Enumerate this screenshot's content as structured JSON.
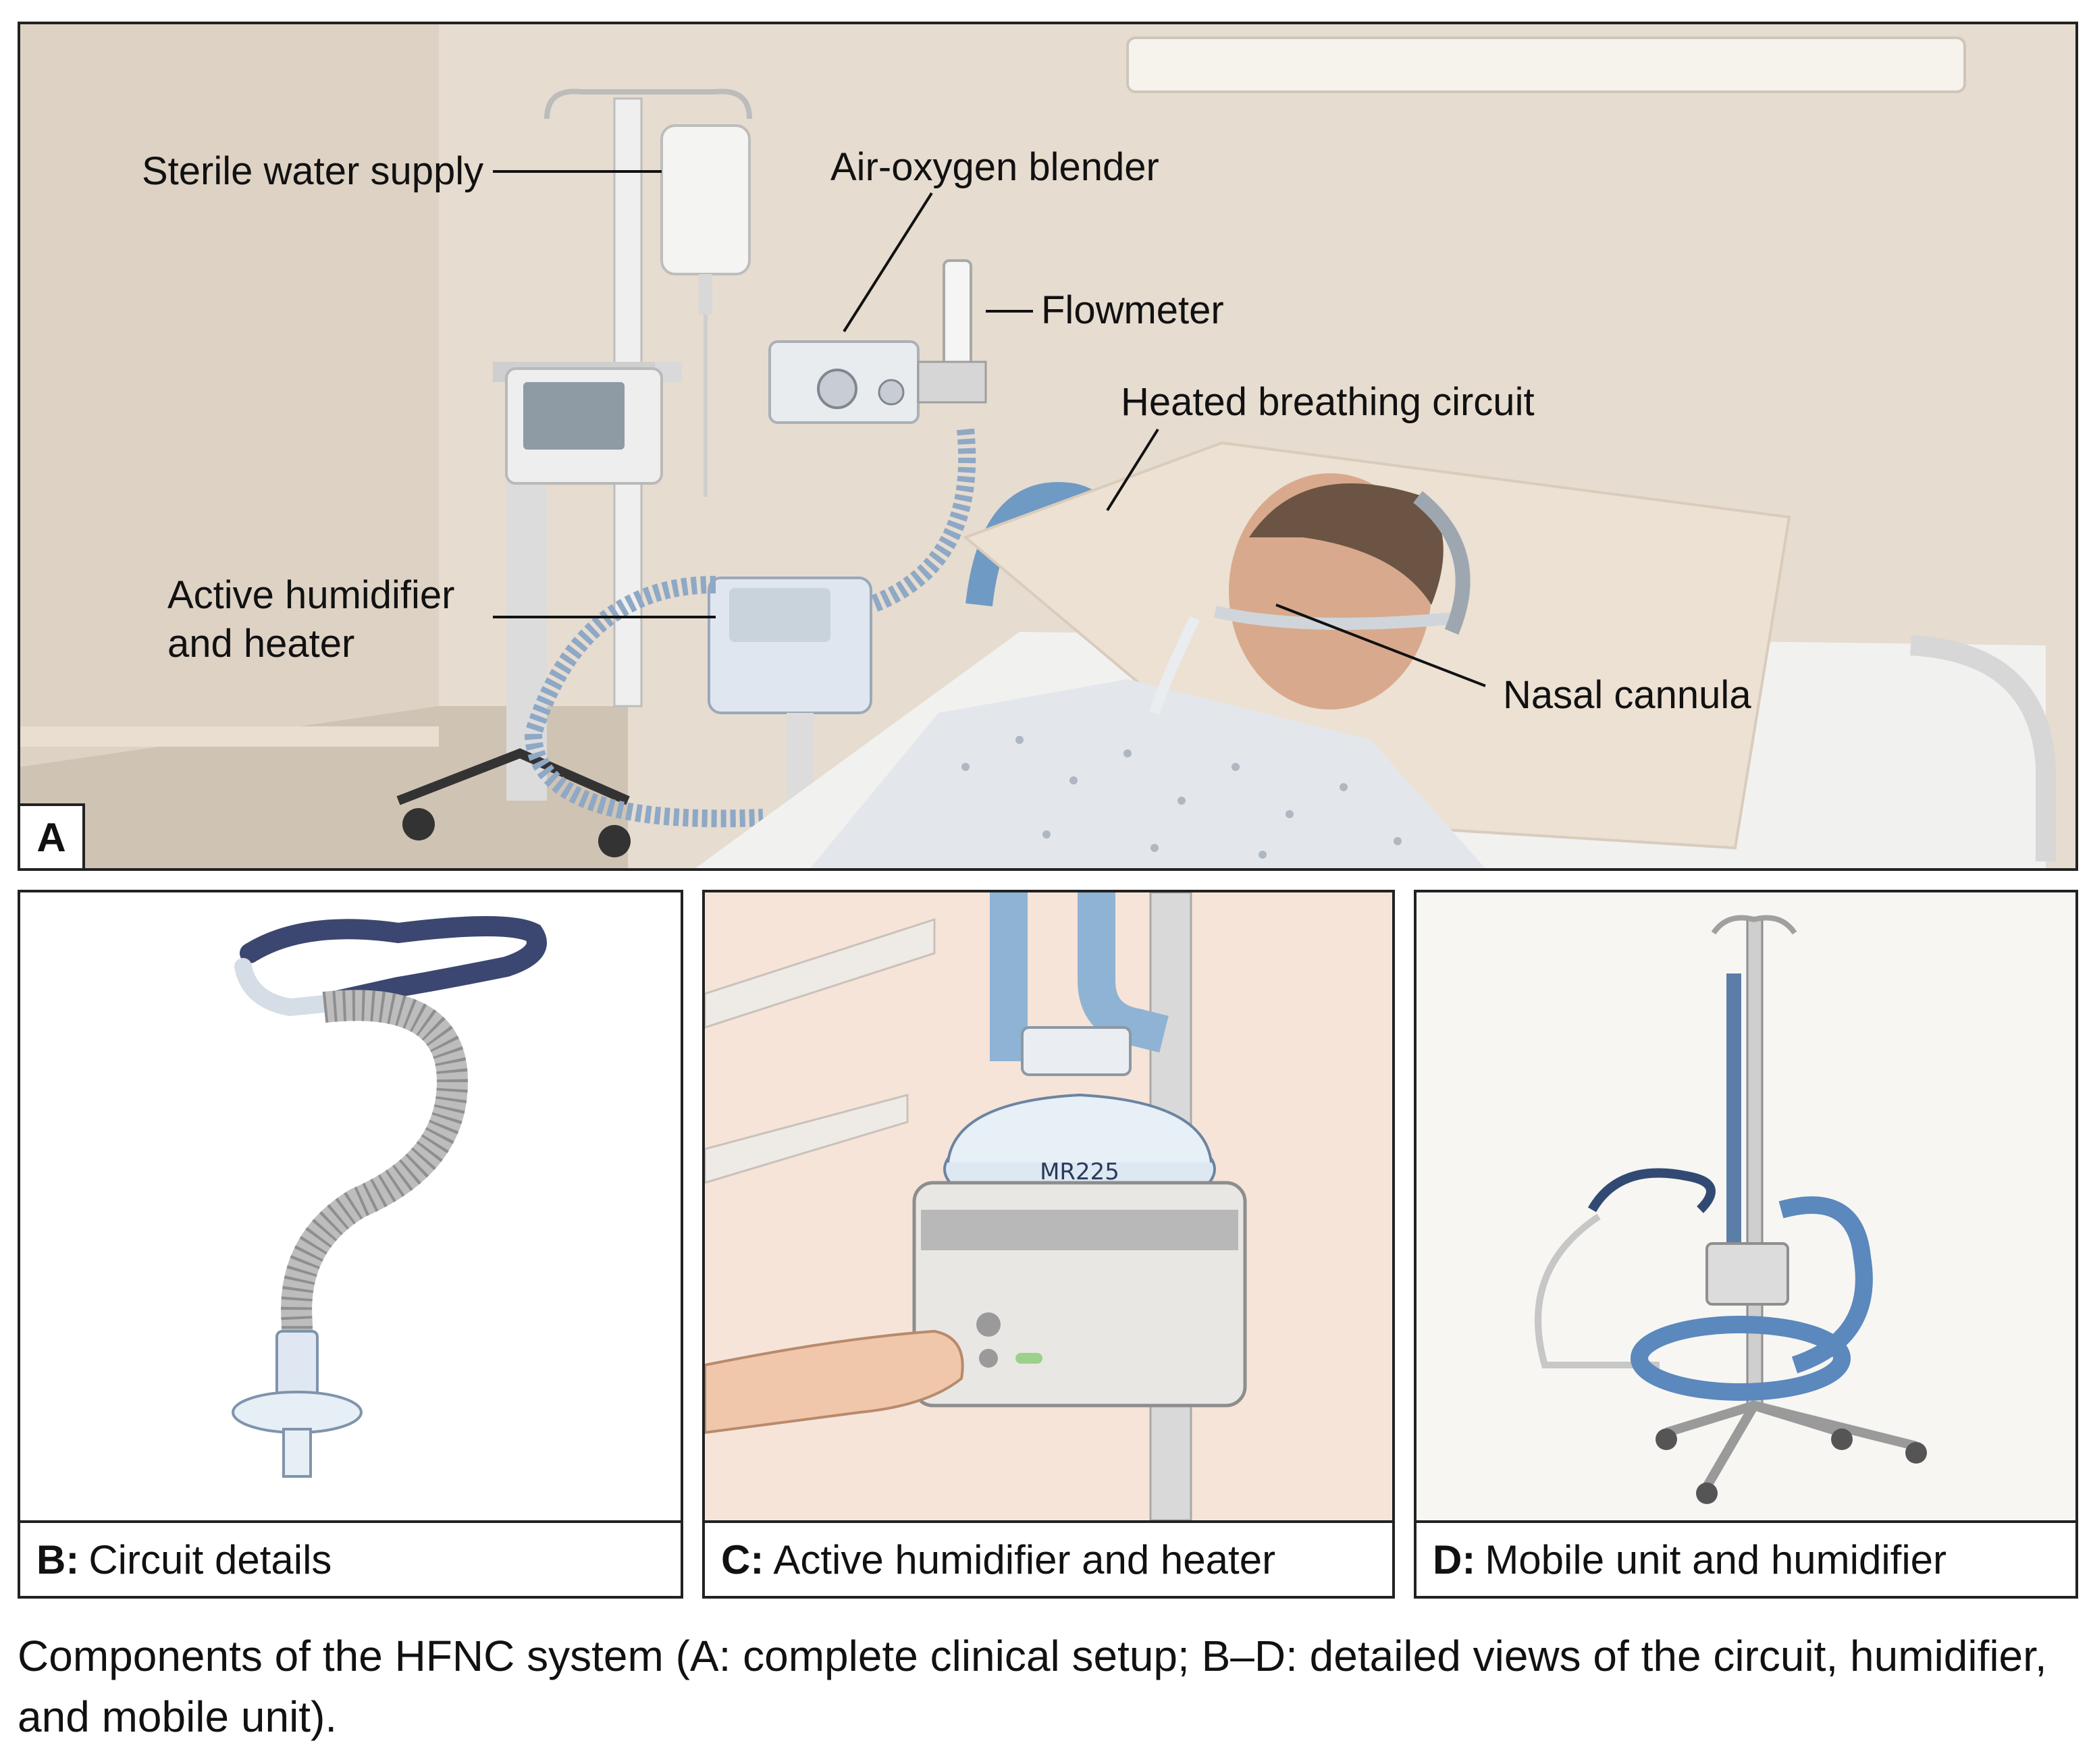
{
  "panel_a": {
    "letter": "A",
    "labels": {
      "sterile_water": "Sterile water supply",
      "blender": "Air-oxygen blender",
      "flowmeter": "Flowmeter",
      "heated_circuit": "Heated breathing circuit",
      "humidifier_line1": "Active humidifier",
      "humidifier_line2": "and heater",
      "nasal_cannula": "Nasal cannula"
    }
  },
  "panel_b": {
    "letter": "B:",
    "title": "Circuit details"
  },
  "panel_c": {
    "letter": "C:",
    "title": "Active humidifier and heater",
    "device_text": "MR225"
  },
  "panel_d": {
    "letter": "D:",
    "title": "Mobile unit and humidifier"
  },
  "figure_caption": "Components of the HFNC system (A: complete clinical setup; B–D: detailed views of the circuit, humidifier, and mobile unit).",
  "colors": {
    "wall": "#e8ddd0",
    "tube_blue": "#7fa8cc",
    "border": "#222222"
  }
}
